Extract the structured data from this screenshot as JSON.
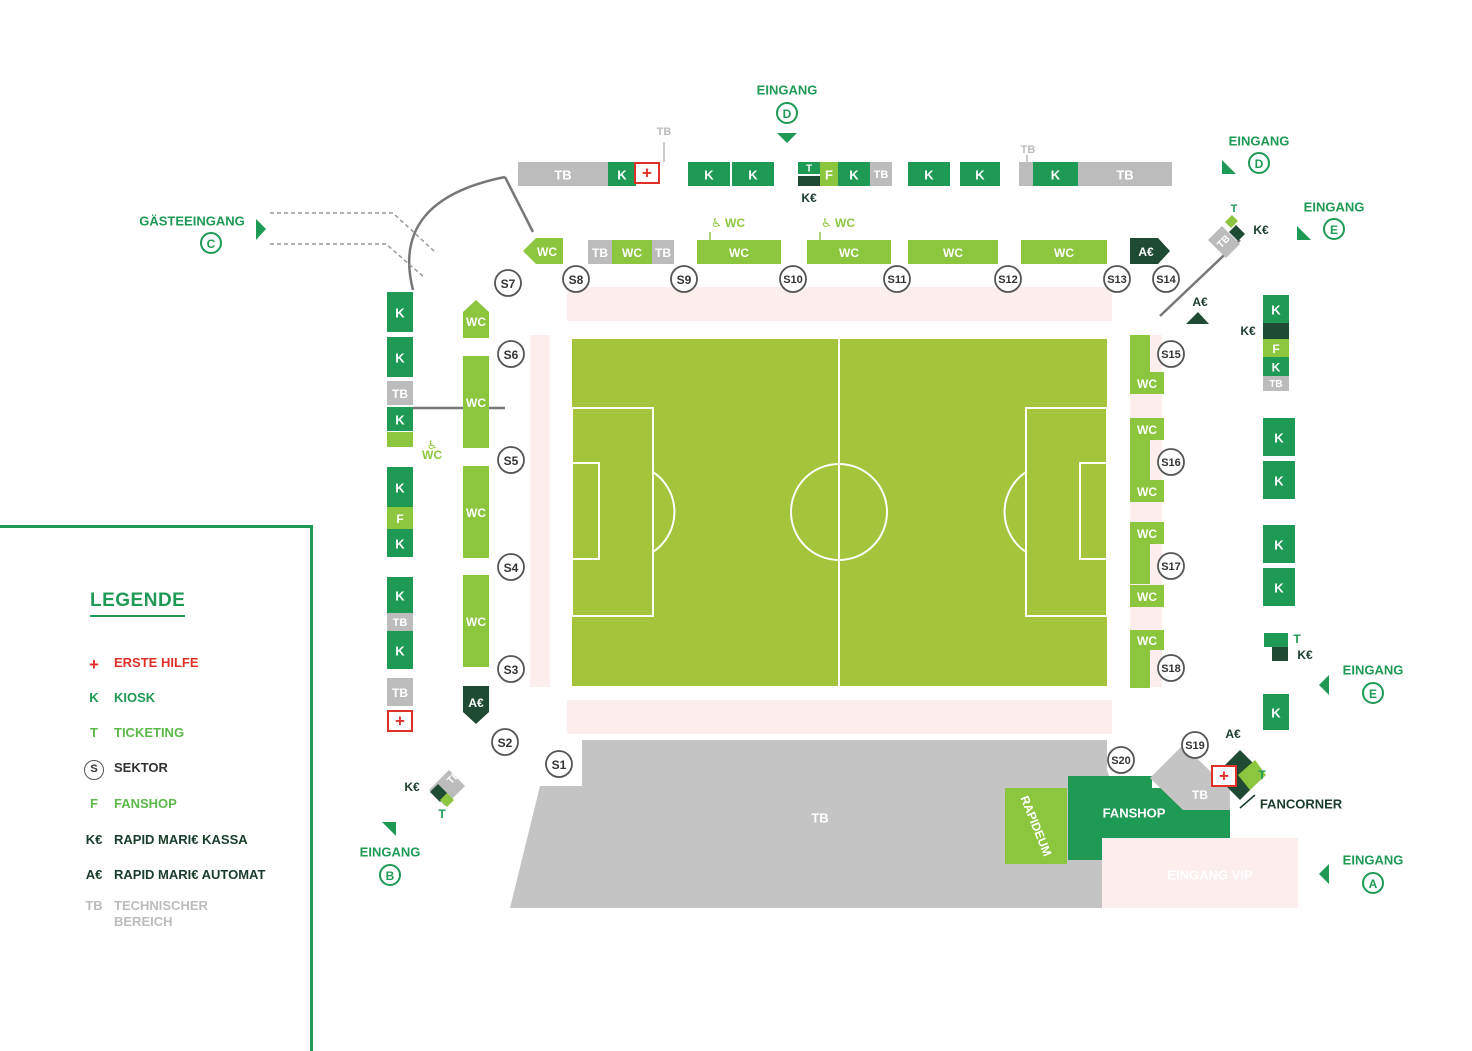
{
  "colors": {
    "pitch": "#a3c43b",
    "kiosk": "#1e9a54",
    "wc": "#8cc63f",
    "tb": "#bcbcbc",
    "dark": "#1f4b35",
    "red": "#e0302a",
    "pink": "#fbeeec",
    "text_dark": "#1a3d2b"
  },
  "labels": {
    "k": "K",
    "tb": "TB",
    "wc": "WC",
    "t": "T",
    "f": "F",
    "ke": "K€",
    "ae": "A€",
    "plus": "+"
  },
  "entrances": {
    "eingang": "EINGANG",
    "gaeste": "GÄSTEEINGANG",
    "a": "A",
    "b": "B",
    "c": "C",
    "d": "D",
    "e": "E"
  },
  "sectors": [
    "S1",
    "S2",
    "S3",
    "S4",
    "S5",
    "S6",
    "S7",
    "S8",
    "S9",
    "S10",
    "S11",
    "S12",
    "S13",
    "S14",
    "S15",
    "S16",
    "S17",
    "S18",
    "S19",
    "S20"
  ],
  "areas": {
    "tb_south": "TB",
    "fanshop": "FANSHOP",
    "rapideum": "RAPIDEUM",
    "eingang_vip": "EINGANG VIP",
    "fancorner": "FANCORNER"
  },
  "legend": {
    "title": "LEGENDE",
    "items": [
      {
        "symbol": "+",
        "label": "ERSTE HILFE",
        "color": "#e0302a"
      },
      {
        "symbol": "K",
        "label": "KIOSK",
        "color": "#1e9a54"
      },
      {
        "symbol": "T",
        "label": "TICKETING",
        "color": "#5cb84a"
      },
      {
        "symbol": "S",
        "label": "SEKTOR",
        "color": "#333333"
      },
      {
        "symbol": "F",
        "label": "FANSHOP",
        "color": "#5cb84a"
      },
      {
        "symbol": "K€",
        "label": "RAPID MARI€ KASSA",
        "color": "#1a3d2b"
      },
      {
        "symbol": "A€",
        "label": "RAPID MARI€ AUTOMAT",
        "color": "#1a3d2b"
      },
      {
        "symbol": "TB",
        "label": "TECHNISCHER BEREICH",
        "color": "#bcbcbc"
      }
    ]
  }
}
